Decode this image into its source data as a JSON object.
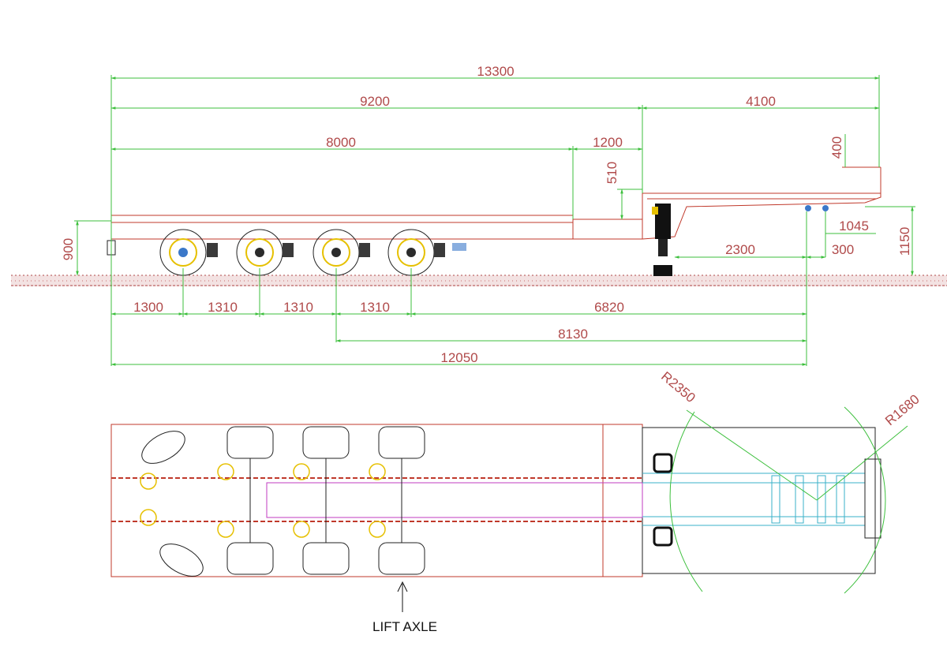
{
  "side_view": {
    "dimensions": {
      "overall_length": "13300",
      "deck_length": "9200",
      "gooseneck_length": "4100",
      "platform_length": "8000",
      "step_length": "1200",
      "step_height": "510",
      "gooseneck_top": "400",
      "deck_height": "900",
      "coupling_height": "1150",
      "kingpin_front": "1045",
      "kingpin_offset": "300",
      "landing_gear": "2300",
      "rear_overhang": "1300",
      "axle_spacing_1": "1310",
      "axle_spacing_2": "1310",
      "axle_spacing_3": "1310",
      "axle_to_kingpin": "6820",
      "second_axle_to_kingpin": "8130",
      "rear_to_kingpin": "12050"
    },
    "colors": {
      "dimension_line": "#3cbf3c",
      "dimension_text": "#b04a4a",
      "frame": "#c0392b",
      "ground": "#c0392b"
    }
  },
  "top_view": {
    "dimensions": {
      "turning_radius_outer": "R2350",
      "turning_radius_inner": "R1680"
    },
    "label": "LIFT AXLE"
  }
}
